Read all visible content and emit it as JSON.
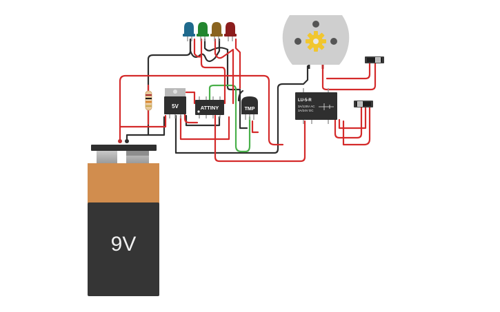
{
  "colors": {
    "wire_red": "#d42a2a",
    "wire_black": "#2d2d2d",
    "wire_green": "#49b04a",
    "led_blue": "#1f6a8d",
    "led_green": "#23862f",
    "led_yellow": "#8a6420",
    "led_red": "#8c1d1d",
    "battery_orange": "#d18d4e",
    "battery_body": "#353535",
    "chip_body": "#2f2f2f",
    "motor_gray": "#cfcfcf",
    "gear_yellow": "#f1c62e"
  },
  "components": {
    "battery": {
      "label": "9V",
      "icon": "battery-9v-icon"
    },
    "regulator": {
      "label": "5V",
      "icon": "voltage-regulator-icon"
    },
    "microcontroller": {
      "label": "ATTINY",
      "icon": "chip-icon"
    },
    "temp_sensor": {
      "label": "TMP",
      "icon": "temperature-sensor-icon"
    },
    "relay": {
      "title": "LU-5-R",
      "line1": "3A/125V AC",
      "line2": "3A/24V DC",
      "icon": "relay-icon"
    },
    "motor": {
      "icon": "dc-motor-icon"
    },
    "leds": [
      "led-blue-icon",
      "led-green-icon",
      "led-yellow-icon",
      "led-red-icon"
    ],
    "resistor": {
      "icon": "resistor-icon"
    },
    "switches": [
      "slide-switch-icon",
      "slide-switch-icon"
    ]
  }
}
